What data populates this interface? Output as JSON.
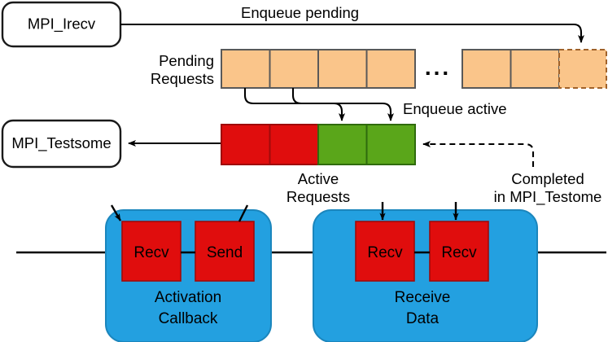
{
  "diagram": {
    "title": "MPI request queue activation diagram",
    "colors": {
      "pending_fill": "#fac municipal",
      "pending": "#fac58a",
      "pending_stroke": "#595959",
      "active_red": "#e00d0d",
      "active_red_stroke": "#a00a0a",
      "active_green": "#5aa61a",
      "active_green_stroke": "#2f6b0d",
      "blue_group": "#23a0e0",
      "blue_group_stroke": "#1b86bd",
      "line": "#000000",
      "box_stroke": "#1a1a1a",
      "text": "#000000",
      "inner_label": "#ffffff"
    },
    "api_boxes": [
      {
        "id": "mpi-irecv",
        "label": "MPI_Irecv"
      },
      {
        "id": "mpi-testsome",
        "label": "MPI_Testsome"
      }
    ],
    "edge_labels": {
      "enqueue_pending": "Enqueue pending",
      "enqueue_active": "Enqueue active",
      "completed": [
        "Completed",
        "in MPI_Testome"
      ]
    },
    "queues": [
      {
        "id": "pending-requests",
        "label": [
          "Pending",
          "Requests"
        ],
        "label_position": "left",
        "slots_left": [
          {
            "state": "pending",
            "dashed": false
          },
          {
            "state": "pending",
            "dashed": false
          },
          {
            "state": "pending",
            "dashed": false
          },
          {
            "state": "pending",
            "dashed": false
          }
        ],
        "ellipsis": "...",
        "slots_right": [
          {
            "state": "pending",
            "dashed": false
          },
          {
            "state": "pending",
            "dashed": false
          },
          {
            "state": "pending",
            "dashed": true
          }
        ]
      },
      {
        "id": "active-requests",
        "label": [
          "Active",
          "Requests"
        ],
        "label_position": "below",
        "slots": [
          {
            "state": "red"
          },
          {
            "state": "red"
          },
          {
            "state": "green"
          },
          {
            "state": "green"
          }
        ]
      }
    ],
    "groups": [
      {
        "id": "activation-callback",
        "label": [
          "Activation",
          "Callback"
        ],
        "ops": [
          {
            "id": "op-recv-1",
            "label": "Recv"
          },
          {
            "id": "op-send-1",
            "label": "Send"
          }
        ]
      },
      {
        "id": "receive-data",
        "label": [
          "Receive",
          "Data"
        ],
        "ops": [
          {
            "id": "op-recv-2",
            "label": "Recv"
          },
          {
            "id": "op-recv-3",
            "label": "Recv"
          }
        ]
      }
    ]
  }
}
